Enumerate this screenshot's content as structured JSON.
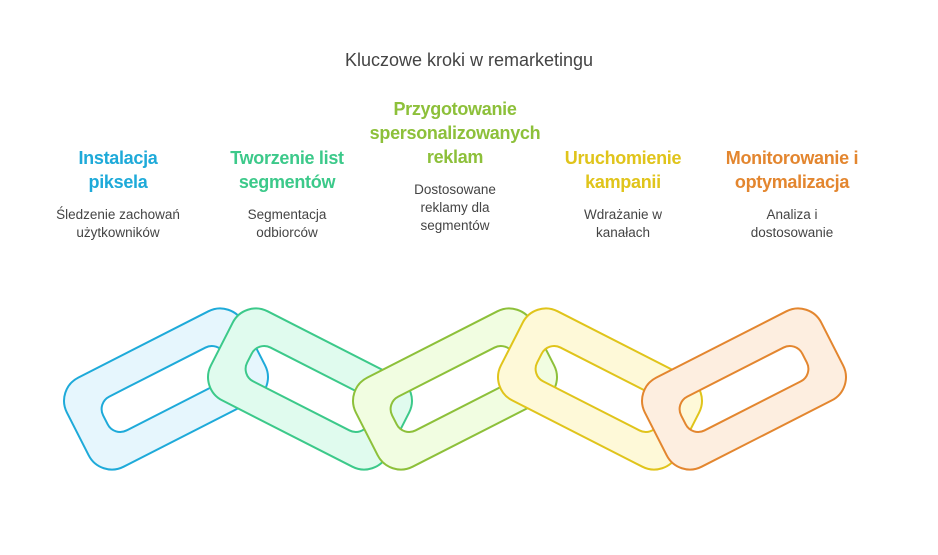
{
  "title": "Kluczowe kroki w remarketingu",
  "steps": [
    {
      "title": "Instalacja piksela",
      "desc": "Śledzenie zachowań użytkowników",
      "color": "#1EAAD9",
      "fill": "#E6F6FD"
    },
    {
      "title": "Tworzenie list segmentów",
      "desc": "Segmentacja odbiorców",
      "color": "#3CC98A",
      "fill": "#E0FBEE"
    },
    {
      "title": "Przygotowanie spersonalizowanych reklam",
      "desc": "Dostosowane reklamy dla segmentów",
      "color": "#8DC03A",
      "fill": "#F1FDE1"
    },
    {
      "title": "Uruchomienie kampanii",
      "desc": "Wdrażanie w kanałach",
      "color": "#E0C41B",
      "fill": "#FEF9D8"
    },
    {
      "title": "Monitorowanie i optymalizacja",
      "desc": "Analiza i dostosowanie",
      "color": "#E3862F",
      "fill": "#FDEEE0"
    }
  ]
}
